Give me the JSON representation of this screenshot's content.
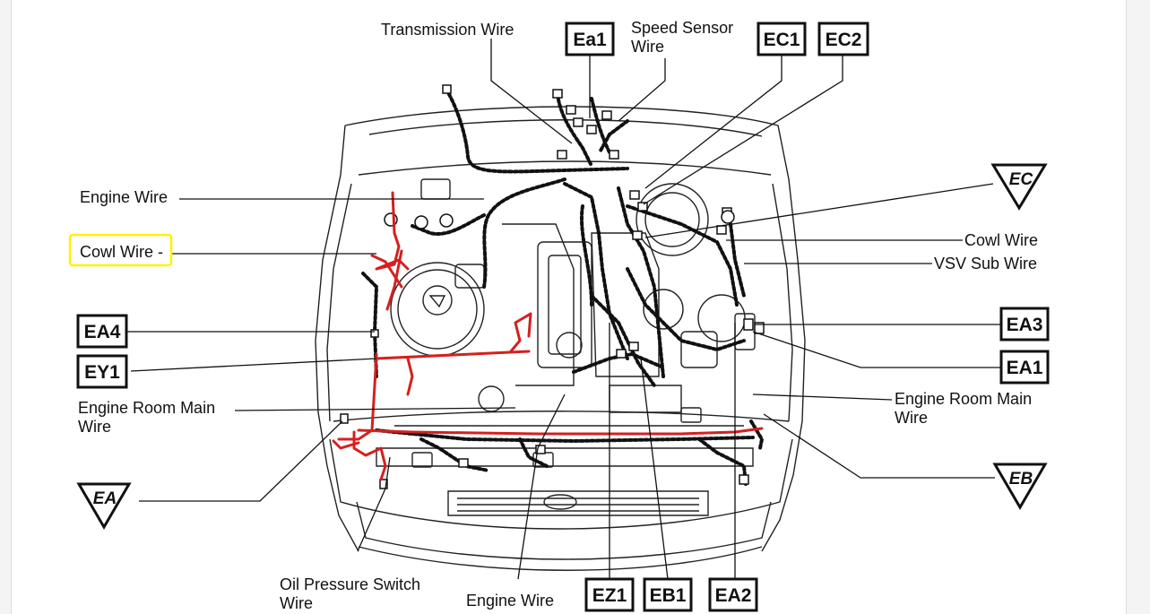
{
  "labels": {
    "transmission_wire": "Transmission Wire",
    "speed_sensor_wire_l1": "Speed Sensor",
    "speed_sensor_wire_l2": "Wire",
    "engine_wire_left": "Engine Wire",
    "cowl_wire_left": "Cowl Wire -",
    "engine_room_main_left_l1": "Engine Room Main",
    "engine_room_main_left_l2": "Wire",
    "oil_pressure_l1": "Oil Pressure Switch",
    "oil_pressure_l2": "Wire",
    "engine_wire_bottom": "Engine Wire",
    "cowl_wire_right": "Cowl Wire",
    "vsv_sub_wire": "VSV Sub Wire",
    "engine_room_main_right_l1": "Engine Room Main",
    "engine_room_main_right_l2": "Wire"
  },
  "boxes": {
    "ea1_top": "Ea1",
    "ec1": "EC1",
    "ec2": "EC2",
    "ea4": "EA4",
    "ey1": "EY1",
    "ea3": "EA3",
    "ea1_right": "EA1",
    "ez1": "EZ1",
    "eb1": "EB1",
    "ea2": "EA2"
  },
  "triangles": {
    "ec": "EC",
    "ea": "EA",
    "eb": "EB"
  },
  "colors": {
    "highlight": "#fff200",
    "marker": "#d42020",
    "ink": "#111111"
  }
}
